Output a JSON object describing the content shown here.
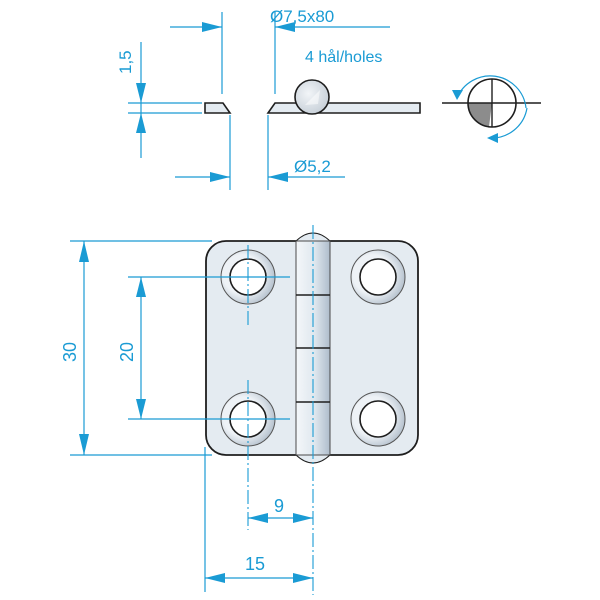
{
  "drawing": {
    "title": "Hinge technical drawing",
    "colors": {
      "dimension": "#1a9bd4",
      "outline": "#1e1e1e",
      "plate_fill": "#e4ebf1",
      "countersink_fill": "#c9d3dc",
      "projection_shade": "#8c8c8c"
    },
    "side_view": {
      "screw_spec": "Ø7,5x80",
      "holes_note": "4 hål/holes",
      "thickness": "1,5",
      "hole_diameter": "Ø5,2"
    },
    "front_view": {
      "height": "30",
      "hole_spacing_vertical": "20",
      "hole_offset_from_pin": "9",
      "leaf_width": "15"
    },
    "projection_symbol": {
      "name": "first-angle-rotation-symbol"
    }
  }
}
